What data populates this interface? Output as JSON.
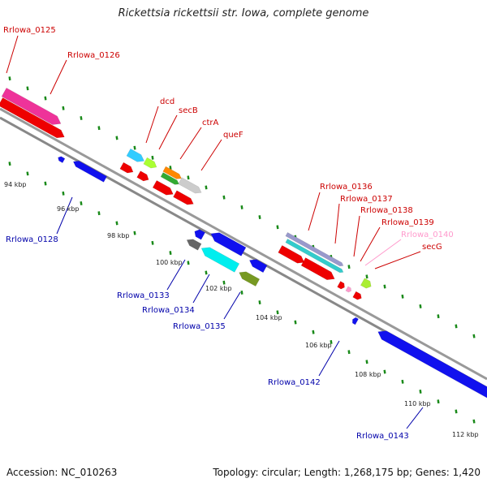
{
  "title": "Rickettsia rickettsii str. Iowa, complete genome",
  "footer": {
    "accession": "Accession: NC_010263",
    "info": "Topology: circular; Length: 1,268,175 bp; Genes: 1,420"
  },
  "colors": {
    "backbone": "#9a9a9a",
    "tick": "#1a8a1a",
    "forward_label": "#cc0000",
    "reverse_label": "#0000aa"
  },
  "kbp_labels": [
    {
      "text": "94 kbp"
    },
    {
      "text": "96 kbp"
    },
    {
      "text": "98 kbp"
    },
    {
      "text": "100 kbp"
    },
    {
      "text": "102 kbp"
    },
    {
      "text": "104 kbp"
    },
    {
      "text": "106 kbp"
    },
    {
      "text": "108 kbp"
    },
    {
      "text": "110 kbp"
    },
    {
      "text": "112 kbp"
    }
  ],
  "gene_labels": {
    "forward": [
      {
        "text": "Rrlowa_0125",
        "color": "#cc0000"
      },
      {
        "text": "Rrlowa_0126",
        "color": "#cc0000"
      },
      {
        "text": "dcd",
        "color": "#cc0000"
      },
      {
        "text": "secB",
        "color": "#cc0000"
      },
      {
        "text": "ctrA",
        "color": "#cc0000"
      },
      {
        "text": "queF",
        "color": "#cc0000"
      },
      {
        "text": "Rrlowa_0136",
        "color": "#cc0000"
      },
      {
        "text": "Rrlowa_0137",
        "color": "#cc0000"
      },
      {
        "text": "Rrlowa_0138",
        "color": "#cc0000"
      },
      {
        "text": "Rrlowa_0139",
        "color": "#cc0000"
      },
      {
        "text": "Rrlowa_0140",
        "color": "#ff99cc"
      },
      {
        "text": "secG",
        "color": "#cc0000"
      }
    ],
    "reverse": [
      {
        "text": "Rrlowa_0128",
        "color": "#0000aa"
      },
      {
        "text": "Rrlowa_0133",
        "color": "#0000aa"
      },
      {
        "text": "Rrlowa_0134",
        "color": "#0000aa"
      },
      {
        "text": "Rrlowa_0135",
        "color": "#0000aa"
      },
      {
        "text": "Rrlowa_0142",
        "color": "#0000aa"
      },
      {
        "text": "Rrlowa_0143",
        "color": "#0000aa"
      }
    ]
  }
}
